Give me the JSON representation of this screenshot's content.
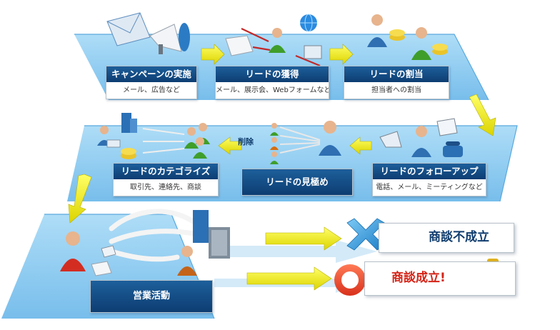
{
  "steps": [
    {
      "title": "キャンペーンの実施",
      "subtitle": "メール、広告など"
    },
    {
      "title": "リードの獲得",
      "subtitle": "メール、展示会、Webフォームなど"
    },
    {
      "title": "リードの割当",
      "subtitle": "担当者への割当"
    },
    {
      "title": "リードのフォローアップ",
      "subtitle": "電話、メール、ミーティングなど"
    },
    {
      "title": "リードの見極め"
    },
    {
      "title": "リードのカテゴライズ",
      "subtitle": "取引先、連絡先、商談"
    },
    {
      "title": "営業活動"
    }
  ],
  "delete_label": "削除",
  "outcomes": {
    "fail": {
      "label": "商談不成立"
    },
    "success": {
      "label": "商談成立!"
    }
  },
  "colors": {
    "lane": "#8ecdf1",
    "lane_edge": "#5aa9de",
    "header": "#14508a",
    "arrow_yellow": "#f1ef2a",
    "fail_mark": "#2f9be0",
    "success_mark": "#e8452c",
    "success_text": "#d42316"
  }
}
